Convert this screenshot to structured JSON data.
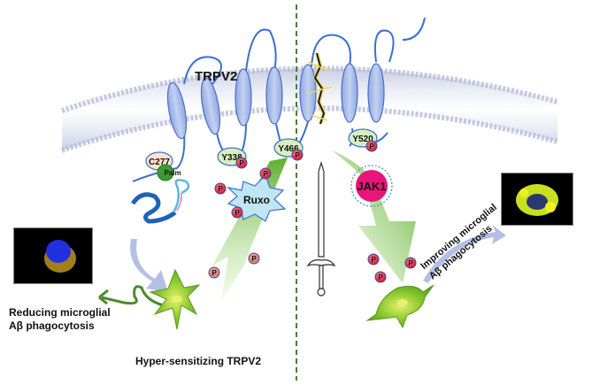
{
  "title": "TRPV2",
  "residues": {
    "c277": "C277",
    "palm": "Palm",
    "y338": "Y338",
    "y466": "Y466",
    "y520": "Y520"
  },
  "phospho_label": "P",
  "drug_label": "Ruxo",
  "kinase_label": "JAK1",
  "captions": {
    "left_line1": "Reducing microglial",
    "left_line2": "Aβ phagocytosis",
    "bottom": "Hyper-sensitizing TRPV2",
    "right_line1": "Improving microglial",
    "right_line2": "Aβ phagocytosis"
  },
  "colors": {
    "membrane": "#c9cfe6",
    "helix": "#a9bce8",
    "helix_stroke": "#4a6fc4",
    "loop": "#3b6fd1",
    "arrow_green": "#7cc242",
    "phospho_red": "#e8264a",
    "jak1_pink": "#e8157a",
    "ruxo_fill": "#bfe6f2",
    "divider": "#4f7a3a",
    "curved_arrow": "#b5bfe3"
  }
}
